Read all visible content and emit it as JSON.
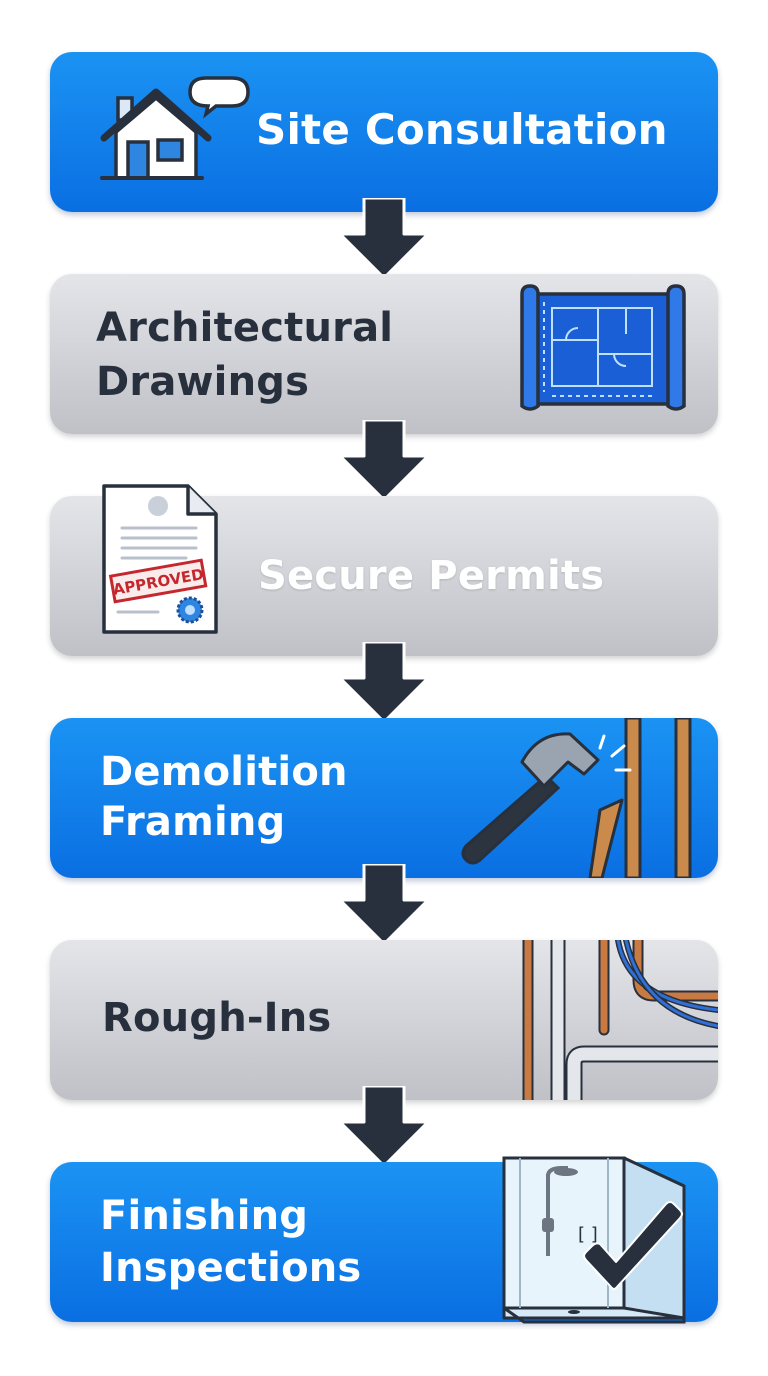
{
  "steps": [
    {
      "label_lines": [
        "Site Consultation"
      ],
      "icon": "house-icon"
    },
    {
      "label_lines": [
        "Architectural",
        "Drawings"
      ],
      "icon": "blueprint-icon"
    },
    {
      "label_lines": [
        "Secure Permits"
      ],
      "icon": "approved-document-icon",
      "stamp_text": "APPROVED"
    },
    {
      "label_lines": [
        "Demolition",
        "Framing"
      ],
      "icon": "hammer-icon"
    },
    {
      "label_lines": [
        "Rough-Ins"
      ],
      "icon": "pipes-icon"
    },
    {
      "label_lines": [
        "Finishing",
        "Inspections"
      ],
      "icon": "shower-checkmark-icon"
    }
  ],
  "colors": {
    "blue_step": "#0f80ea",
    "gray_step": "#cfd0d5",
    "arrow": "#27303c",
    "dark_text": "#27303c"
  }
}
